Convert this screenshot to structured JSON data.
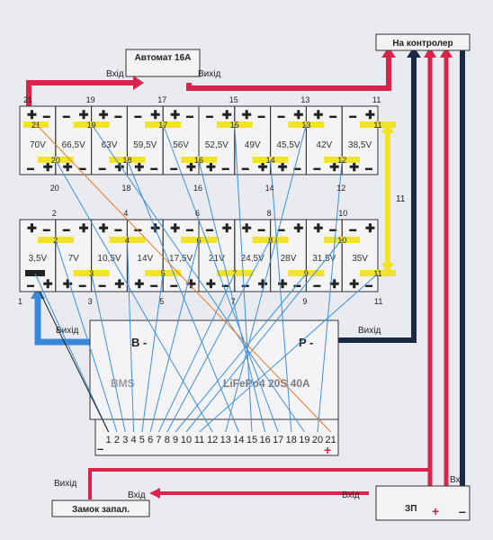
{
  "automat": {
    "title": "Автомат 16А",
    "in_label": "Вхід",
    "out_label": "Вихід"
  },
  "controller": {
    "title": "На контролер"
  },
  "top_row": {
    "corner_numbers": [
      "21",
      "19",
      "17",
      "15",
      "13",
      "11"
    ],
    "bottom_numbers": [
      "20",
      "18",
      "16",
      "14",
      "12"
    ],
    "strip_top_labels": [
      "21",
      "19",
      "17",
      "15",
      "13",
      "11"
    ],
    "strip_bottom_labels": [
      "20",
      "18",
      "16",
      "14",
      "12"
    ],
    "voltages": [
      "70V",
      "66,5V",
      "63V",
      "59,5V",
      "56V",
      "52,5V",
      "49V",
      "45,5V",
      "42V",
      "38,5V"
    ]
  },
  "bottom_row": {
    "top_numbers": [
      "2",
      "4",
      "6",
      "8",
      "10"
    ],
    "bottom_numbers": [
      "1",
      "3",
      "5",
      "7",
      "9",
      "11"
    ],
    "strip_top_labels": [
      "2",
      "4",
      "6",
      "8",
      "10"
    ],
    "strip_bottom_labels": [
      "1",
      "3",
      "5",
      "7",
      "9",
      "11"
    ],
    "voltages": [
      "3,5V",
      "7V",
      "10,5V",
      "14V",
      "17,5V",
      "21V",
      "24,5V",
      "28V",
      "31,5V",
      "35V"
    ]
  },
  "link_label_right": "11",
  "link_label_right_bottom": "11",
  "bms": {
    "name": "BMS",
    "model": "LiFePo4 20S 40A",
    "b_minus": "B -",
    "p_minus": "P -",
    "b_out_label": "Вихід",
    "p_out_label": "Вихід",
    "pins": [
      "1",
      "2",
      "3",
      "4",
      "5",
      "6",
      "7",
      "8",
      "9",
      "10",
      "11",
      "12",
      "13",
      "14",
      "15",
      "16",
      "17",
      "18",
      "19",
      "20",
      "21"
    ],
    "minus_sign": "–",
    "plus_sign": "+"
  },
  "ignition": {
    "title": "Замок запал.",
    "in_label": "Вхід",
    "out_label": "Вихід"
  },
  "charger": {
    "title": "ЗП",
    "in_label": "Вхід",
    "in_label2": "Вх",
    "plus": "+",
    "minus": "–"
  },
  "colors": {
    "red": "#d8234a",
    "navy": "#1b2a44",
    "blue": "#3a86d8",
    "wire_blue": "#3f8fe0",
    "yellow": "#f2e228",
    "orange": "#e87a2a"
  }
}
